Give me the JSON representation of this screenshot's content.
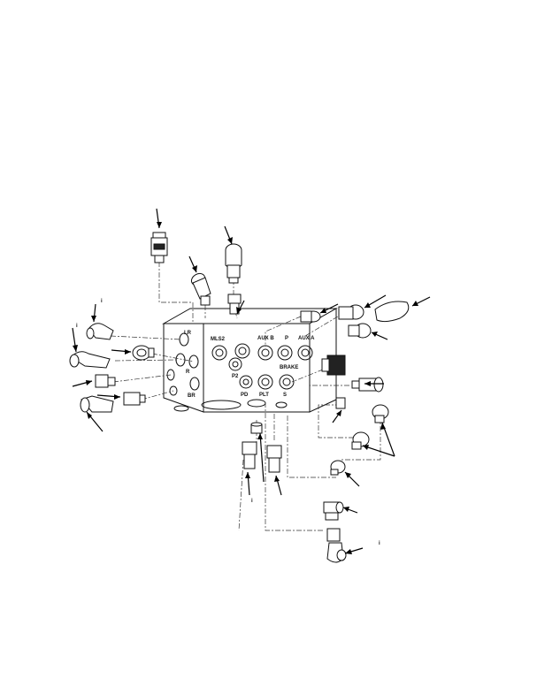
{
  "diagram": {
    "port_labels": {
      "mls2": "MLS2",
      "aux_b": "AUX  B",
      "p": "P",
      "aux_a": "AUX  A",
      "p2": "P2",
      "brake": "BRAKE",
      "pd": "PD",
      "plt": "PLT",
      "s": "S",
      "lr": "LR",
      "r": "R",
      "br": "BR"
    },
    "callout_marks": [
      "i",
      "i",
      "i",
      "i"
    ]
  }
}
